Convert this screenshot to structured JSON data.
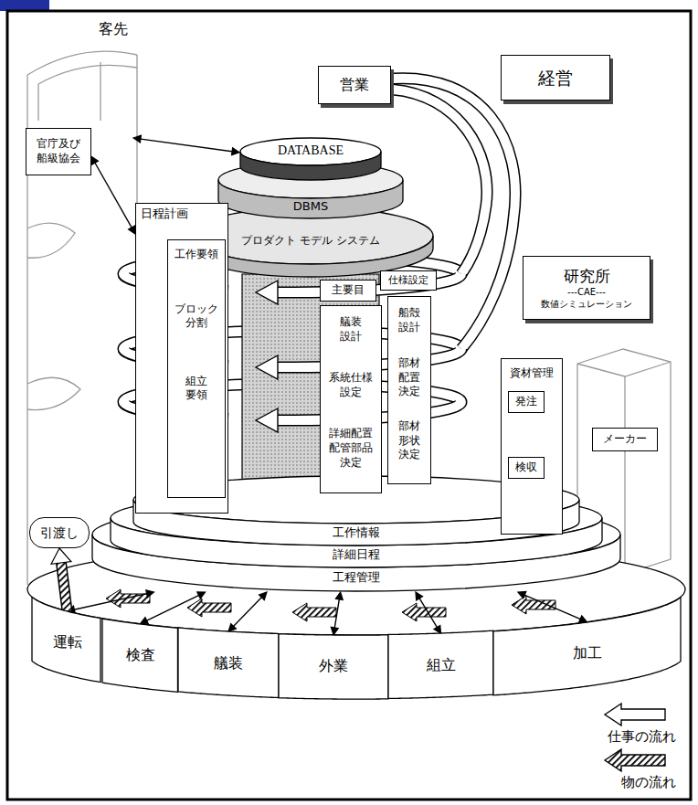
{
  "diagram": {
    "nodes": [
      {
        "text": [
          "客先"
        ]
      },
      {
        "text": [
          "官庁及び船級協会"
        ],
        "in": 0
      },
      {
        "text": [
          "営業"
        ]
      },
      {
        "text": [
          "経営"
        ]
      },
      {
        "text": [
          "DATABASE"
        ]
      },
      {
        "text": [
          "DBMS"
        ]
      },
      {
        "text": [
          "プロダクト モデル システム"
        ]
      },
      {
        "text": [
          "日程計画"
        ]
      },
      {
        "text": [
          "工作要領",
          "ブロック分割",
          "組立要領"
        ],
        "in": 7
      },
      {
        "text": [
          "主要目"
        ]
      },
      {
        "text": [
          "仕様設定"
        ]
      },
      {
        "text": [
          "研究所",
          "---CAE---",
          "数値シミュレーション"
        ]
      },
      {
        "text": [
          "艤装設計",
          "系統仕様設定",
          "詳細配置配管部品決定"
        ]
      },
      {
        "text": [
          "船殻設計",
          "部材配置決定",
          "部材形状決定"
        ]
      },
      {
        "text": [
          "資材管理"
        ]
      },
      {
        "text": [
          "発注"
        ],
        "in": 14
      },
      {
        "text": [
          "検収"
        ],
        "in": 14
      },
      {
        "text": [
          "メーカー"
        ]
      },
      {
        "text": [
          "工作情報"
        ]
      },
      {
        "text": [
          "引渡し"
        ]
      },
      {
        "text": [
          "詳細日程"
        ]
      },
      {
        "text": [
          "工程管理"
        ]
      },
      {
        "text": [
          "運転"
        ]
      },
      {
        "text": [
          "検査"
        ]
      },
      {
        "text": [
          "艤装"
        ]
      },
      {
        "text": [
          "外業"
        ]
      },
      {
        "text": [
          "組立"
        ]
      },
      {
        "text": [
          "加工"
        ]
      }
    ],
    "edges": [
      {
        "from": 0,
        "to": 4,
        "arrow": "both"
      },
      {
        "from": 1,
        "to": 7,
        "arrow": "both"
      },
      {
        "from": 21,
        "to": 22,
        "arrow": "both"
      },
      {
        "from": 21,
        "to": 23,
        "arrow": "both"
      },
      {
        "from": 21,
        "to": 24,
        "arrow": "both"
      },
      {
        "from": 21,
        "to": 25,
        "arrow": "both"
      },
      {
        "from": 21,
        "to": 26,
        "arrow": "both"
      },
      {
        "from": 21,
        "to": 27,
        "arrow": "both"
      },
      {
        "from": 22,
        "to": 19,
        "arrow": "to"
      }
    ],
    "legend": [
      {
        "text": "仕事の流れ"
      },
      {
        "text": "物の流れ"
      }
    ]
  }
}
